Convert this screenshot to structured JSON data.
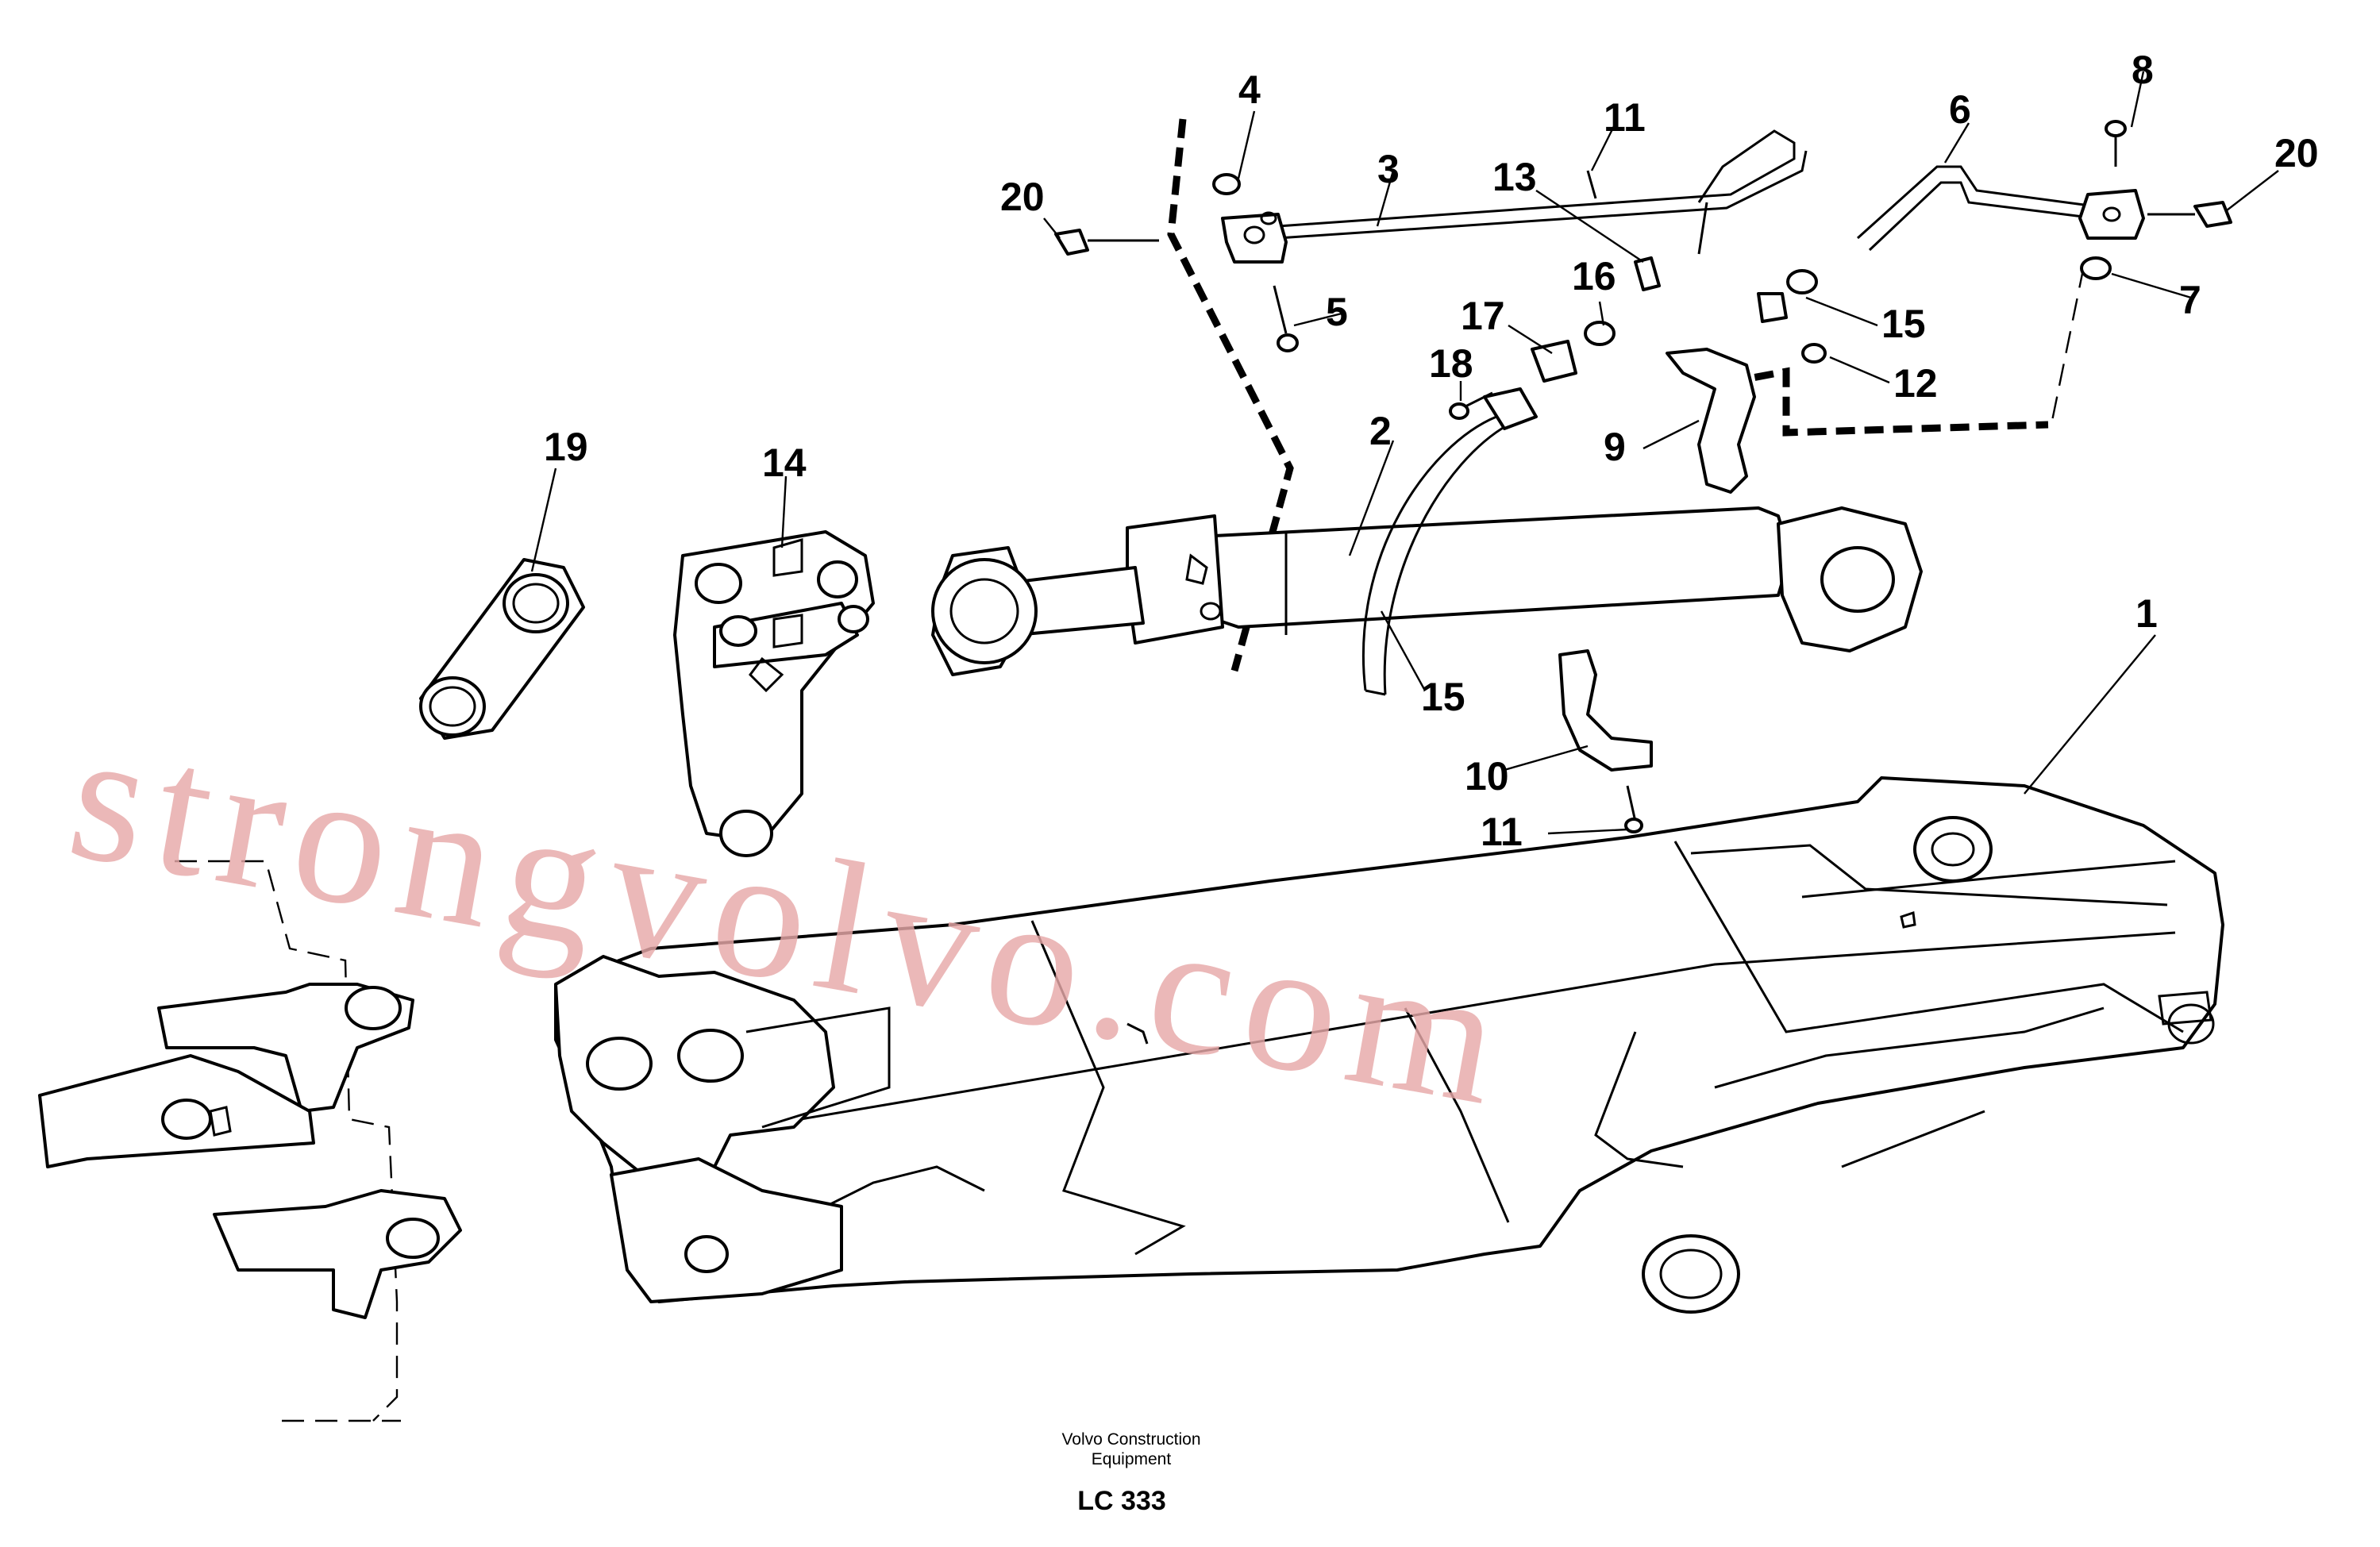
{
  "diagram": {
    "callouts": [
      "1",
      "2",
      "3",
      "4",
      "5",
      "6",
      "7",
      "8",
      "9",
      "10",
      "11",
      "11",
      "12",
      "13",
      "14",
      "15",
      "15",
      "16",
      "17",
      "18",
      "19",
      "20",
      "20"
    ],
    "caption": {
      "company": "Volvo Construction",
      "company_line2": "Equipment",
      "code": "LC 333"
    },
    "watermark": "strongvolvo.com"
  }
}
